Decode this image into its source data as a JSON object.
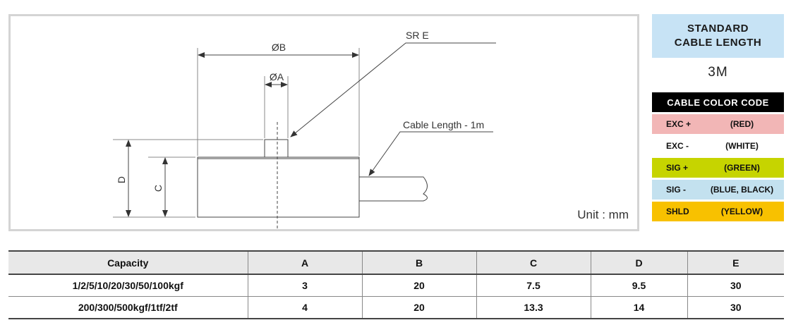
{
  "drawing": {
    "label_B": "ØB",
    "label_A": "ØA",
    "label_sre": "SR E",
    "label_cable": "Cable Length - 1m",
    "label_D": "D",
    "label_C": "C",
    "unit": "Unit : mm"
  },
  "standard_cable": {
    "title_line1": "STANDARD",
    "title_line2": "CABLE LENGTH",
    "value": "3M"
  },
  "cable_color_code": {
    "title": "CABLE COLOR CODE",
    "rows": [
      {
        "signal": "EXC +",
        "color": "(RED)",
        "bg": "#f2b6b6"
      },
      {
        "signal": "EXC -",
        "color": "(WHITE)",
        "bg": "#ffffff"
      },
      {
        "signal": "SIG +",
        "color": "(GREEN)",
        "bg": "#c6d400"
      },
      {
        "signal": "SIG -",
        "color": "(BLUE, BLACK)",
        "bg": "#c3e1ef"
      },
      {
        "signal": "SHLD",
        "color": "(YELLOW)",
        "bg": "#f8c100"
      }
    ]
  },
  "spec_table": {
    "headers": [
      "Capacity",
      "A",
      "B",
      "C",
      "D",
      "E"
    ],
    "rows": [
      [
        "1/2/5/10/20/30/50/100kgf",
        "3",
        "20",
        "7.5",
        "9.5",
        "30"
      ],
      [
        "200/300/500kgf/1tf/2tf",
        "4",
        "20",
        "13.3",
        "14",
        "30"
      ]
    ]
  }
}
